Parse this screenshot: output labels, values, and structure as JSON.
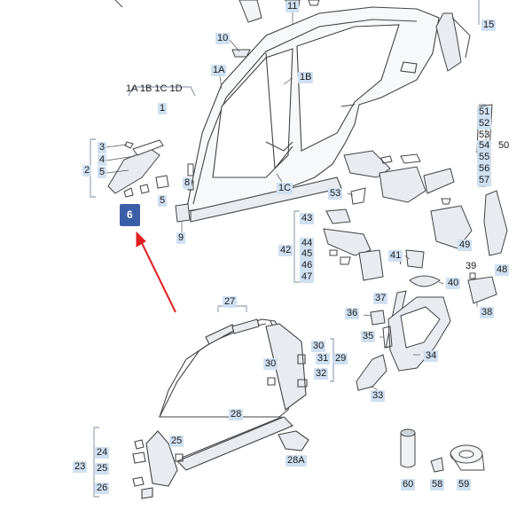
{
  "diagram": {
    "selected_part": "6",
    "group_header": "1A 1B 1C 1D",
    "labels": {
      "p1": "1",
      "p1A": "1A",
      "p1B": "1B",
      "p1C": "1C",
      "p2": "2",
      "p3": "3",
      "p4": "4",
      "p5a": "5",
      "p5b": "5",
      "p6": "6",
      "p8": "8",
      "p9": "9",
      "p10": "10",
      "p11": "11",
      "p15": "15",
      "p23": "23",
      "p24": "24",
      "p25a": "25",
      "p25b": "25",
      "p26": "26",
      "p27": "27",
      "p28": "28",
      "p28A": "28A",
      "p29": "29",
      "p30a": "30",
      "p30b": "30",
      "p31": "31",
      "p32": "32",
      "p33": "33",
      "p34": "34",
      "p35": "35",
      "p36": "36",
      "p37": "37",
      "p38": "38",
      "p39": "39",
      "p40": "40",
      "p41": "41",
      "p42": "42",
      "p43": "43",
      "p44": "44",
      "p45": "45",
      "p46": "46",
      "p47": "47",
      "p48": "48",
      "p49": "49",
      "p50": "50",
      "p51": "51",
      "p52": "52",
      "p53a": "53",
      "p53b": "53",
      "p54": "54",
      "p55": "55",
      "p56": "56",
      "p57": "57",
      "p58": "58",
      "p59": "59",
      "p60": "60"
    }
  },
  "colors": {
    "label_bg": "#cfe0f1",
    "selected_bg": "#3a5ea8",
    "arrow": "#e02020",
    "part_stroke": "#444444",
    "part_fill": "#ffffff",
    "part_shade": "#d8dde6"
  }
}
